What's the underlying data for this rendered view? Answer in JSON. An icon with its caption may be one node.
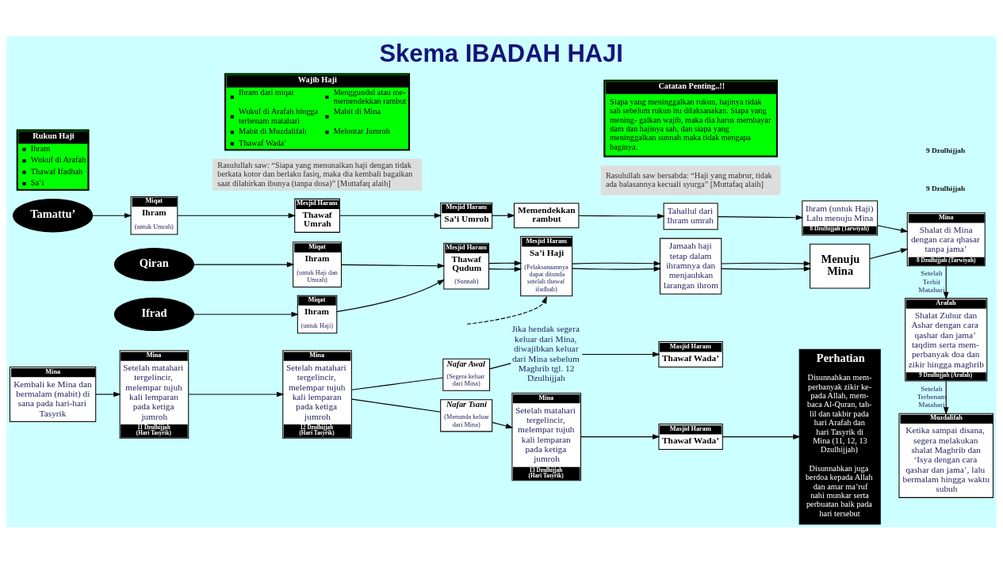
{
  "diagram": {
    "title": "Skema IBADAH HAJI",
    "nodes": [
      {
        "text": [
          "Rukun Haji",
          "Ihram",
          "Wukuf di Arafah",
          "Thawaf Ifadhah",
          "Sa’i"
        ]
      },
      {
        "text": [
          "Wajib Haji",
          "Ihram dari miqat",
          "Wukuf di Arafah hingga terbenam matahari",
          "Mabit di Muzdalifah",
          "Thawaf Wada’",
          "Menggundul atau me- memendekkan rambut",
          "Mabit di Mina",
          "Melontar Jumroh"
        ]
      },
      {
        "text": [
          "Catatan Penting..!!",
          "Siapa yang meninggalkan rukun, hajinya tidak sah sebelum rukun itu dilaksanakan. Siapa yang mening- galkan wajib, maka dia harus membayar dam dan hajinya sah, dan siapa yang meninggalkan sunnah maka tidak mengapa baginya."
        ]
      },
      {
        "text": [
          "Tamattu’"
        ]
      },
      {
        "text": [
          "Miqat",
          "Ihram",
          "(untuk Umrah)"
        ]
      },
      {
        "text": [
          "Mesjid Haram",
          "Thawaf Umrah"
        ]
      },
      {
        "text": [
          "Mesjid Haram",
          "Sa’i Umroh"
        ]
      },
      {
        "text": [
          "Memendekkan rambut"
        ]
      },
      {
        "text": [
          "Tahallul dari Ihram umrah"
        ]
      },
      {
        "text": [
          "Ihram (untuk Haji) Lalu menuju Mina",
          "8 Dzulhijjah (Tarwiyah)"
        ]
      },
      {
        "text": [
          "Mina",
          "Shalat di Mina dengan cara qhasar tanpa jama’",
          "8 Dzulhijjah (Tarwiyah)"
        ]
      },
      {
        "text": [
          "Qiran"
        ]
      },
      {
        "text": [
          "Miqat",
          "Ihram",
          "(untuk Haji dan Umrah)"
        ]
      },
      {
        "text": [
          "Mesjid Haram",
          "Thawaf Qudum",
          "(Sunnah)"
        ]
      },
      {
        "text": [
          "Mesjid Haram",
          "Sa’i Haji",
          "(Pelaksanaannya dapat ditunda setelah thawaf ifadhah)"
        ]
      },
      {
        "text": [
          "Jamaah haji tetap dalam ihramnya dan menjauhkan larangan ihrom"
        ]
      },
      {
        "text": [
          "Menuju Mina"
        ]
      },
      {
        "text": [
          "Ifrad"
        ]
      },
      {
        "text": [
          "Miqat",
          "Ihram",
          "(untuk Haji)"
        ]
      },
      {
        "text": [
          "Arafah",
          "Shalat Zuhur dan Ashar dengan cara qashar dan jama’ taqdim serta mem- perbanyak doa dan zikir hingga maghrib",
          "9 Dzulhijjah (Arafah)"
        ]
      },
      {
        "text": [
          "Mina",
          "Setelah matahari tergelincir, melempar tujuh kali lemparan pada ketiga jumroh",
          "11 Dzulhijjah (Hari Tasyrik)"
        ]
      },
      {
        "text": [
          "Mina",
          "Setelah matahari tergelincir, melempar tujuh kali lemparan pada ketiga jumroh",
          "12 Dzulhijjah (Hari Tasyrik)"
        ]
      },
      {
        "text": [
          "Nafar Awal",
          "(Segera keluar dari Mina)"
        ]
      },
      {
        "text": [
          "Jika hendak segera keluar dari Mina, diwajibkan keluar dari Mina sebelum Maghrib tgl. 12 Dzulhijjah"
        ]
      },
      {
        "text": [
          "Masjid Haram",
          "Thawaf Wada’"
        ]
      },
      {
        "text": [
          "Perhatian",
          "Disunnahkan mem- perbanyak zikir ke- pada Allah, mem- baca Al-Quran, tah- lil dan takbir pada hari Arafah dan hari Tasyrik di Mina (11, 12, 13 Dzulhijjah)",
          "Disunnahkan juga berdoa kepada Allah dan amar ma’ruf nahi munkar serta perbuatan baik pada hari tersebut"
        ]
      },
      {
        "text": [
          "Nafar Tsani",
          "(Menunda keluar dari Mina)"
        ]
      },
      {
        "text": [
          "Mina",
          "Setelah matahari tergelincir, melempar tujuh kali lemparan pada ketiga jumroh",
          "13 Dzulhijjah (Hari Tasyrik)"
        ]
      },
      {
        "text": [
          "Masjid Haram",
          "Thawaf Wada’"
        ]
      },
      {
        "text": [
          "Muzdalifah",
          "Ketika sampai disana, segera melakukan shalat Maghrib dan ‘Isya dengan cara qashar dan jama’, lalu bermalam hingga waktu subuh"
        ]
      },
      {
        "text": [
          "Mina",
          "Kembali ke Mina dan bermalam (mabit) di sana pada hari-hari Tasyrik"
        ]
      }
    ],
    "edges": [
      {
        "from": 3,
        "to": 4,
        "arrow": "to"
      },
      {
        "from": 4,
        "to": 5,
        "arrow": "to"
      },
      {
        "from": 5,
        "to": 6,
        "arrow": "to"
      },
      {
        "from": 6,
        "to": 7,
        "arrow": "to"
      },
      {
        "from": 7,
        "to": 8,
        "arrow": "to"
      },
      {
        "from": 8,
        "to": 9,
        "arrow": "to"
      },
      {
        "from": 9,
        "to": 10,
        "arrow": "to"
      },
      {
        "from": 11,
        "to": 12,
        "arrow": "to"
      },
      {
        "from": 12,
        "to": 13,
        "arrow": "to"
      },
      {
        "from": 13,
        "to": 14,
        "arrow": "to"
      },
      {
        "from": 14,
        "to": 15,
        "arrow": "to"
      },
      {
        "from": 15,
        "to": 16,
        "arrow": "to"
      },
      {
        "from": 16,
        "to": 10,
        "arrow": "to"
      },
      {
        "from": 17,
        "to": 18,
        "arrow": "to"
      },
      {
        "from": 18,
        "to": 13,
        "arrow": "to"
      },
      {
        "from": 13,
        "to": 14,
        "arrow": "to"
      },
      {
        "from": 14,
        "to": 15,
        "arrow": "to"
      },
      {
        "from": 15,
        "to": 16,
        "arrow": "to"
      },
      {
        "from": 10,
        "to": 19,
        "arrow": "to",
        "label": "Setelah Terbit Matahari"
      },
      {
        "from": 19,
        "to": 29,
        "arrow": "to",
        "label": "Setelah Terbenam Matahari"
      },
      {
        "from": 30,
        "to": 20,
        "arrow": "to"
      },
      {
        "from": 20,
        "to": 21,
        "arrow": "to"
      },
      {
        "from": 21,
        "to": 22,
        "arrow": "none"
      },
      {
        "from": 21,
        "to": 26,
        "arrow": "none"
      },
      {
        "from": 22,
        "to": 23,
        "arrow": "none"
      },
      {
        "from": 23,
        "to": 24,
        "arrow": "to"
      },
      {
        "from": 26,
        "to": 27,
        "arrow": "to"
      },
      {
        "from": 27,
        "to": 28,
        "arrow": "to"
      },
      {
        "from": 28,
        "to": 25,
        "arrow": "to"
      },
      {
        "from": null,
        "to": 14,
        "arrow": "to",
        "style": "dashed"
      }
    ],
    "labels": [
      "Rasulullah saw: “Siapa yang menunaikan haji dengan tidak berkata kotor dan berlaku fasiq, maka dia kembali bagaikan saat dilahirkan ibunya (tanpa dosa)” [Muttafaq alaih]",
      "Rasulullah saw bersabda: “Haji yang mabrur, tidak ada balasannya kecuali syurga” [Muttafaq alaih]",
      "9 Dzulhijjah",
      "9 Dzulhijjah"
    ]
  }
}
